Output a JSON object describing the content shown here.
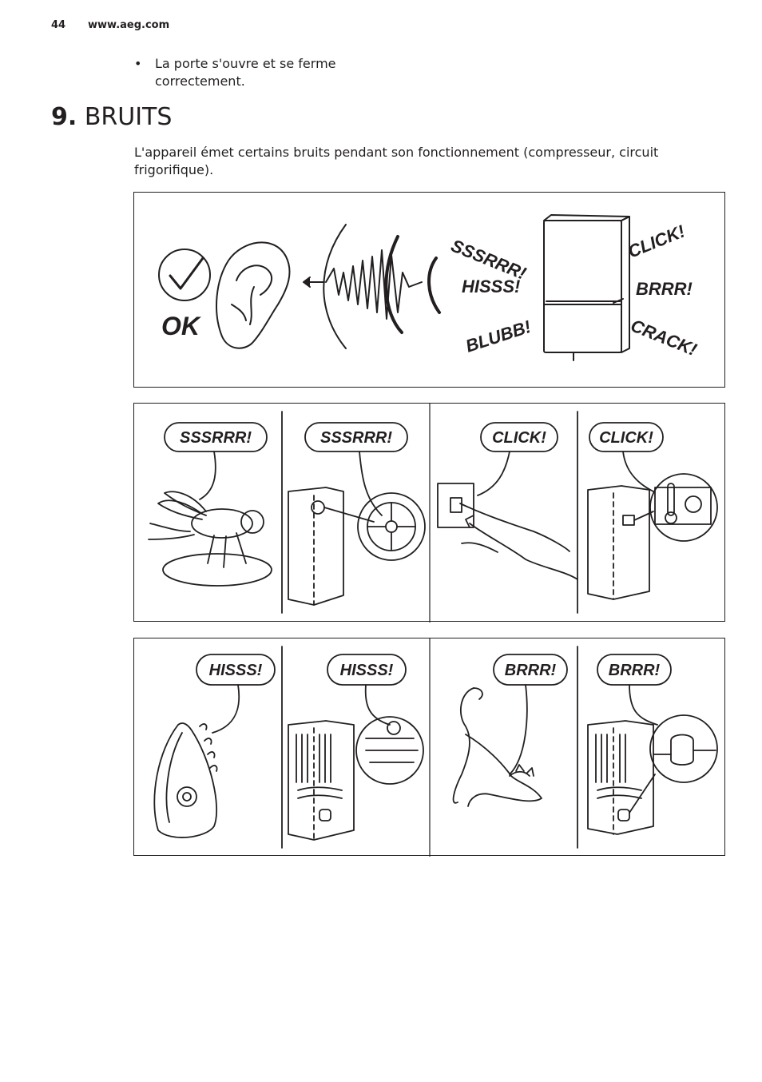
{
  "header": {
    "page_number": "44",
    "site": "www.aeg.com"
  },
  "bullet": {
    "symbol": "•",
    "text": "La porte s'ouvre et se ferme correctement."
  },
  "section": {
    "number": "9.",
    "title": "BRUITS"
  },
  "intro": "L'appareil émet certains bruits pendant son fonctionnement (compresseur, circuit frigorifique).",
  "overview": {
    "ok": "OK",
    "sounds_left": [
      "SSSRRR!",
      "HISSS!",
      "BLUBB!"
    ],
    "sounds_right": [
      "CLICK!",
      "BRRR!",
      "CRACK!"
    ]
  },
  "row1": {
    "bubbles": [
      "SSSRRR!",
      "SSSRRR!",
      "CLICK!",
      "CLICK!"
    ]
  },
  "row2": {
    "bubbles": [
      "HISSS!",
      "HISSS!",
      "BRRR!",
      "BRRR!"
    ]
  }
}
